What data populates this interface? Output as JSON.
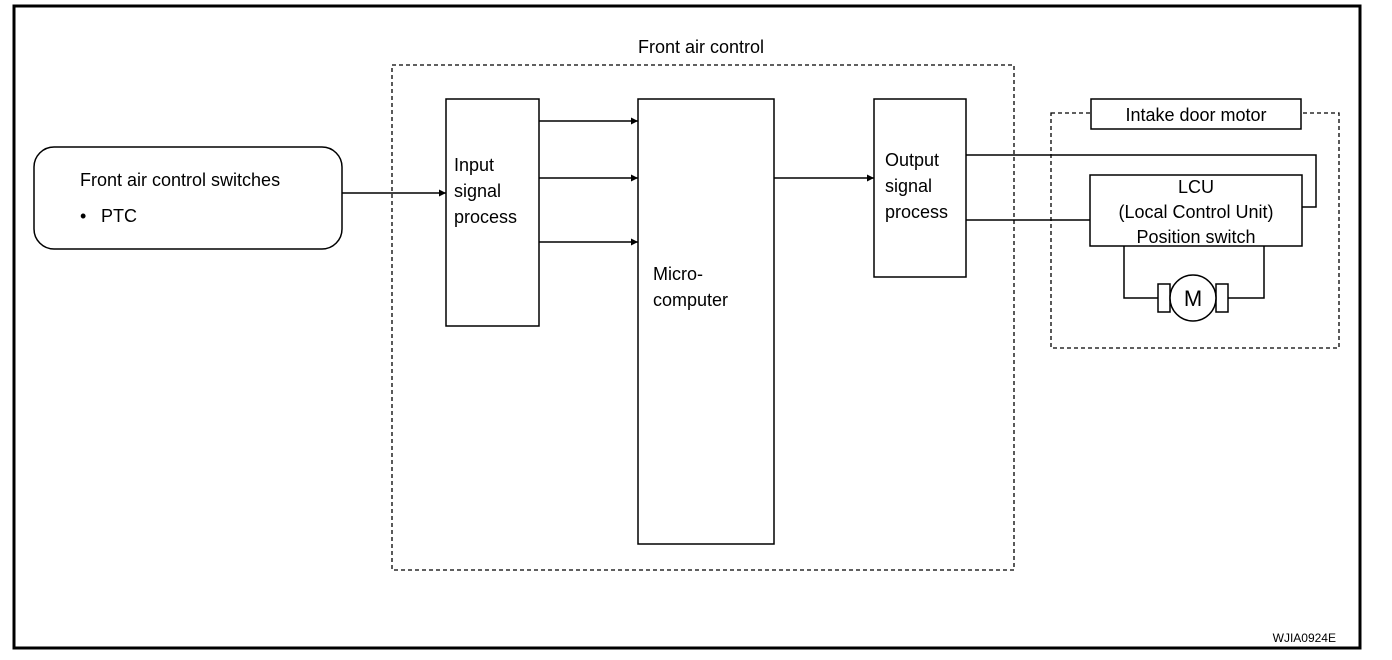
{
  "diagram": {
    "front_air_control_label": "Front air control",
    "switches": {
      "title": "Front air control switches",
      "bullet": "•",
      "item": "PTC"
    },
    "input_block": {
      "line1": "Input",
      "line2": "signal",
      "line3": "process"
    },
    "micro_block": {
      "line1": "Micro-",
      "line2": "computer"
    },
    "output_block": {
      "line1": "Output",
      "line2": "signal",
      "line3": "process"
    },
    "intake_motor": {
      "label": "Intake door motor",
      "lcu_line1": "LCU",
      "lcu_line2": "(Local Control Unit)",
      "lcu_line3": "Position switch",
      "motor_symbol": "M"
    },
    "figure_code": "WJIA0924E"
  }
}
